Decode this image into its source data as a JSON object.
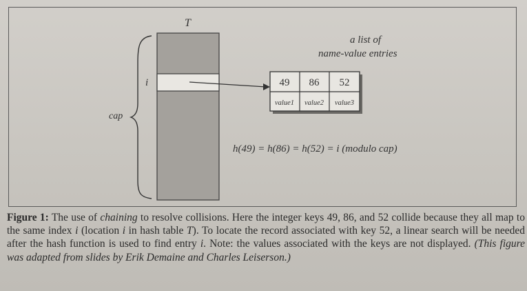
{
  "diagram": {
    "table_label": "T",
    "index_label": "i",
    "cap_label": "cap",
    "list_label_line1": "a list of",
    "list_label_line2": "name-value entries",
    "keys": [
      "49",
      "86",
      "52"
    ],
    "values": [
      "value1",
      "value2",
      "value3"
    ],
    "equation": "h(49) = h(86) = h(52) = i (modulo cap)"
  },
  "caption": {
    "figure_label": "Figure 1:",
    "part1": " The use of ",
    "chaining": "chaining",
    "part2": " to resolve collisions. Here the integer keys 49, 86, and 52 collide because they all map to the same index ",
    "i1": "i",
    "part3": " (location ",
    "i2": "i",
    "part4": " in hash table ",
    "T": "T",
    "part5": "). To locate the record associated with key 52, a linear search will be needed after the hash function is used to find entry ",
    "i3": "i",
    "part6": ". Note: the values associated with the keys are not displayed. ",
    "attribution": "(This figure was adapted from slides by Erik Demaine and Charles Leiserson.)"
  }
}
